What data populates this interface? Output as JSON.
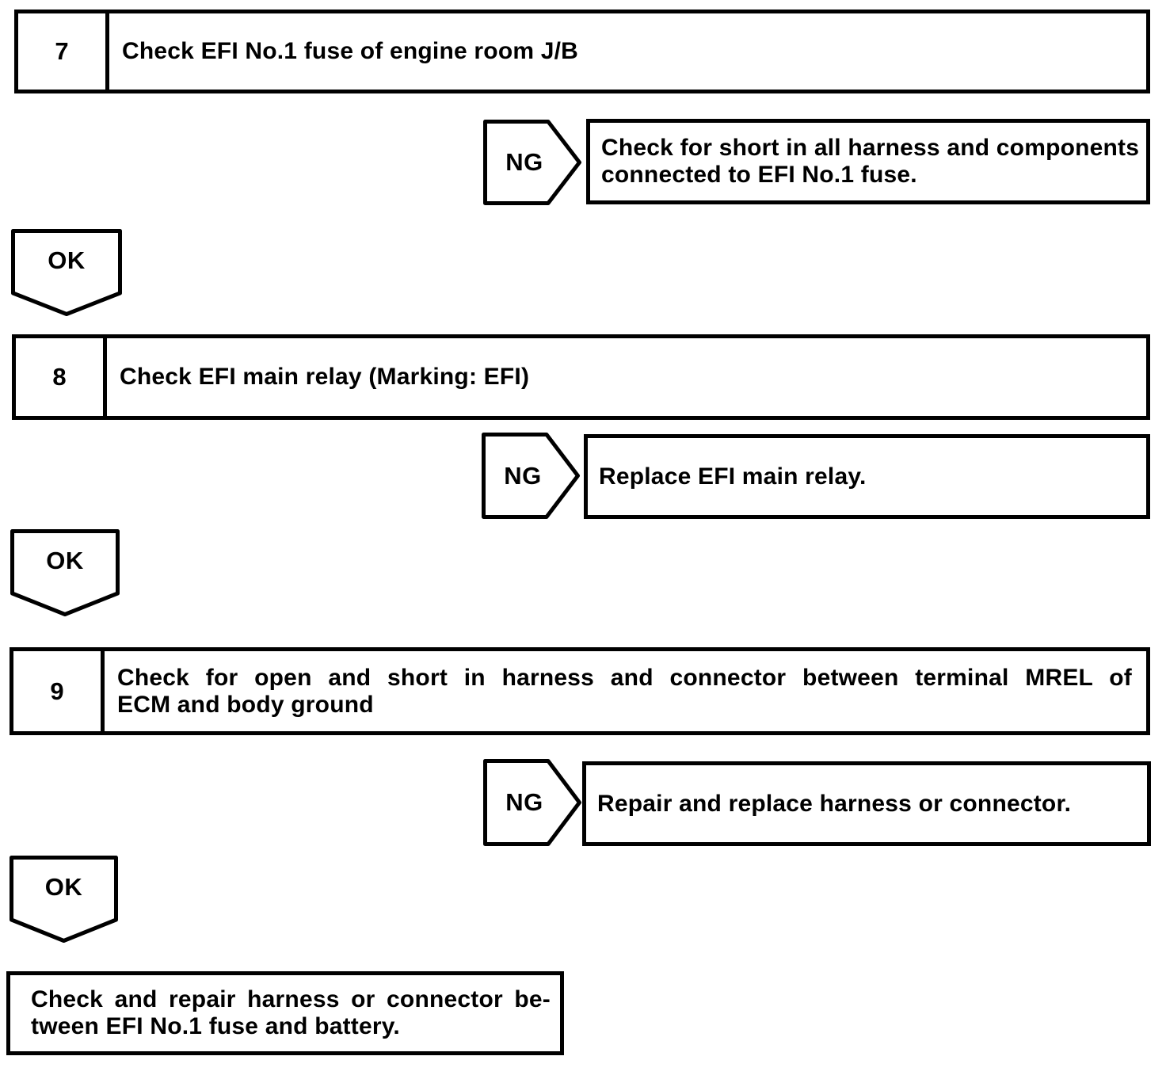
{
  "flowchart": {
    "steps": [
      {
        "number": "7",
        "title_lines": [
          "Check EFI No.1 fuse of engine room J/B"
        ],
        "ng_label": "NG",
        "ng_result_lines": [
          "Check for short in all harness and components",
          "connected to EFI No.1 fuse."
        ],
        "ok_label": "OK"
      },
      {
        "number": "8",
        "title_lines": [
          "Check EFI main relay (Marking: EFI)"
        ],
        "ng_label": "NG",
        "ng_result_lines": [
          "Replace EFI main relay."
        ],
        "ok_label": "OK"
      },
      {
        "number": "9",
        "title_lines": [
          "Check for open and short in harness and connector between terminal MREL of",
          "ECM and body ground"
        ],
        "ng_label": "NG",
        "ng_result_lines": [
          "Repair and replace harness or connector."
        ],
        "ok_label": "OK"
      }
    ],
    "terminal_lines": [
      "Check and repair harness or connector be-",
      "tween EFI No.1 fuse and battery."
    ],
    "colors": {
      "ink": "#000000",
      "paper": "#ffffff"
    }
  }
}
